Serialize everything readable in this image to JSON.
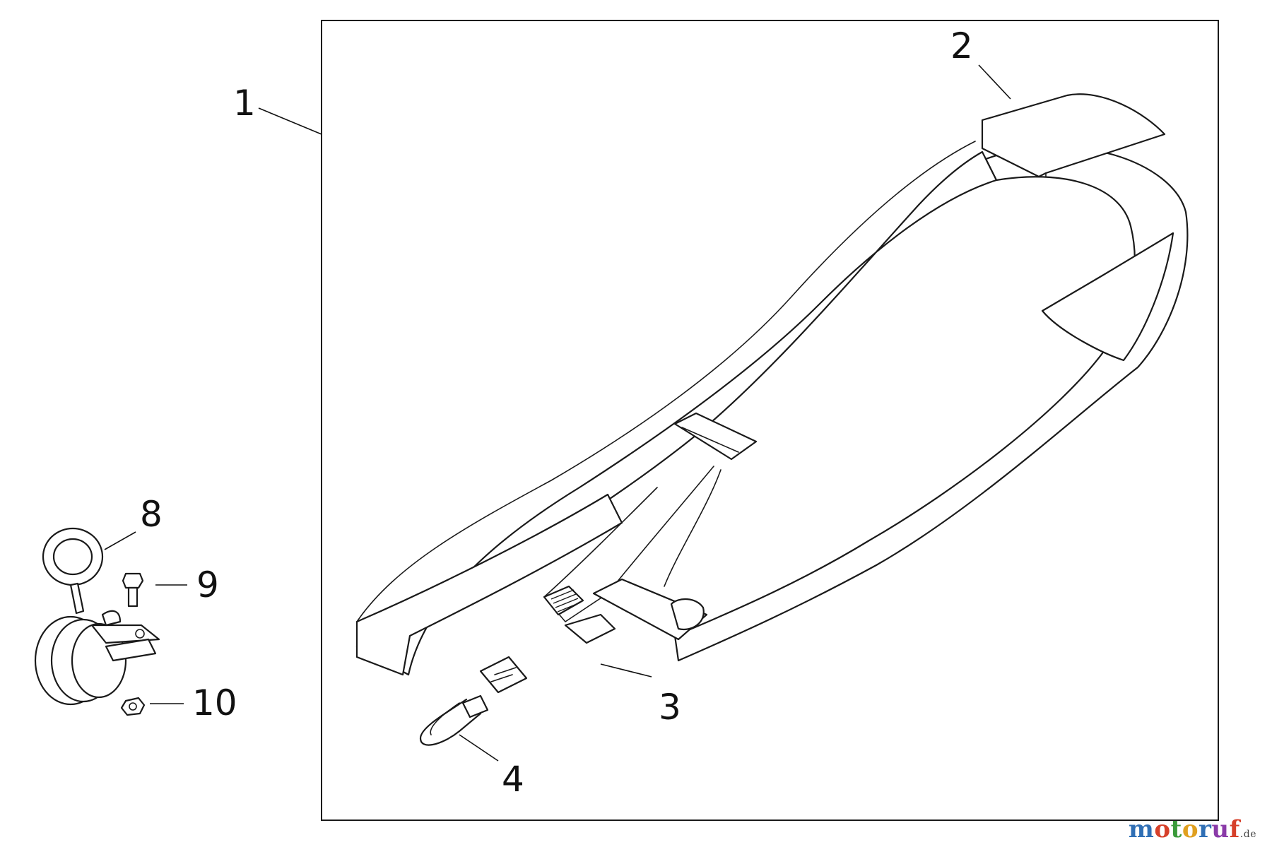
{
  "callouts": {
    "c1": "1",
    "c2": "2",
    "c3": "3",
    "c4": "4",
    "c8": "8",
    "c9": "9",
    "c10": "10"
  },
  "watermark": {
    "text": "motoruf",
    "suffix": ".de",
    "colors": [
      "#2f6fb5",
      "#d6402a",
      "#3a9a3a",
      "#e0a020",
      "#2f6fb5",
      "#8a3aa8",
      "#d6402a"
    ]
  }
}
